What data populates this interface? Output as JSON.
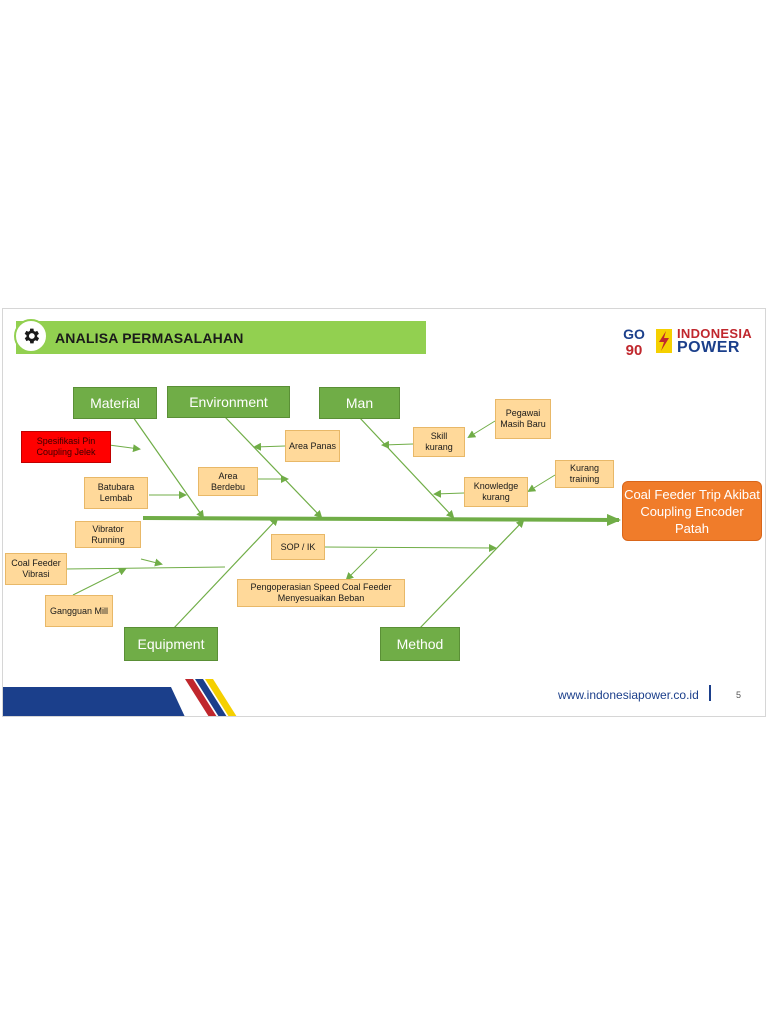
{
  "header": {
    "title": "ANALISA PERMASALAHAN",
    "icon": "gear-icon"
  },
  "logo": {
    "go_top": "GO",
    "go_bottom": "90",
    "line1": "INDONESIA",
    "line2": "POWER"
  },
  "categories": {
    "material": "Material",
    "environment": "Environment",
    "man": "Man",
    "equipment": "Equipment",
    "method": "Method"
  },
  "causes": {
    "spesifikasi_pin": "Spesifikasi Pin Coupling Jelek",
    "batubara_lembab": "Batubara Lembab",
    "area_panas": "Area Panas",
    "area_berdebu": "Area Berdebu",
    "pegawai_baru": "Pegawai Masih Baru",
    "skill_kurang": "Skill kurang",
    "kurang_training": "Kurang training",
    "knowledge_kurang": "Knowledge kurang",
    "vibrator_running": "Vibrator Running",
    "coal_feeder_vibrasi": "Coal Feeder Vibrasi",
    "gangguan_mill": "Gangguan Mill",
    "sop_ik": "SOP / IK",
    "pengoperasian": "Pengoperasian Speed Coal Feeder Menyesuaikan Beban"
  },
  "effect": {
    "label": "Coal Feeder Trip Akibat Coupling Encoder Patah"
  },
  "footer": {
    "url": "www.indonesiapower.co.id",
    "page": "5"
  },
  "colors": {
    "header_green": "#92d050",
    "category_green": "#70ad47",
    "cause_fill": "#ffd99a",
    "highlight_red": "#ff0000",
    "effect_orange": "#f07c2a",
    "navy": "#1b3f8b"
  }
}
